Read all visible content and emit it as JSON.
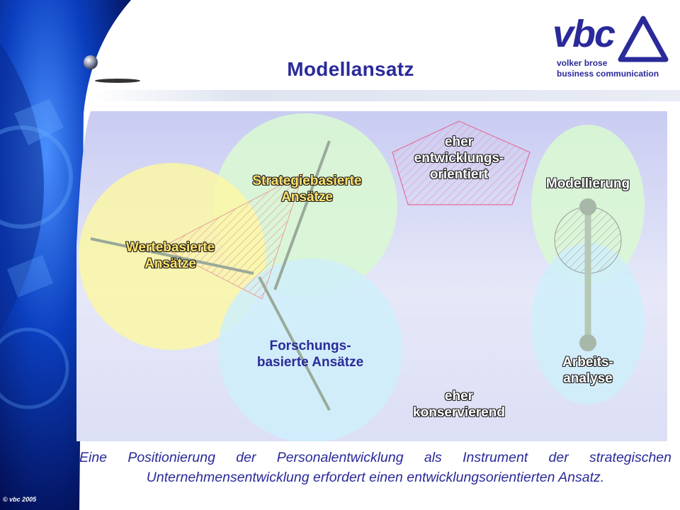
{
  "slide": {
    "title": "Modellansatz",
    "caption": "Eine Positionierung der Personalentwicklung als Instrument der strategischen Unternehmensentwicklung erfordert einen entwicklungsorientierten Ansatz.",
    "copyright": "© vbc 2005"
  },
  "logo": {
    "mark": "vbc",
    "line1": "volker brose",
    "line2": "business  communication"
  },
  "diagram": {
    "strategie": [
      "Strategiebasierte",
      "Ansätze"
    ],
    "werte": [
      "Wertebasierte",
      "Ansätze"
    ],
    "forschung": [
      "Forschungs-",
      "basierte Ansätze"
    ],
    "entwicklung": [
      "eher",
      "entwicklungs-",
      "orientiert"
    ],
    "konservierend": [
      "eher",
      "konservierend"
    ],
    "modellierung": [
      "Modellierung"
    ],
    "arbeitsanalyse": [
      "Arbeits-",
      "analyse"
    ]
  },
  "colors": {
    "title": "#2a2a9a",
    "panel": "#cfd2f4",
    "yellow_circle": "#fbf7a6",
    "green_circle": "#d9f7d4",
    "cyan_circle": "#cfeffa",
    "hatch": "#e8a09a",
    "line": "#9aaa9a"
  }
}
